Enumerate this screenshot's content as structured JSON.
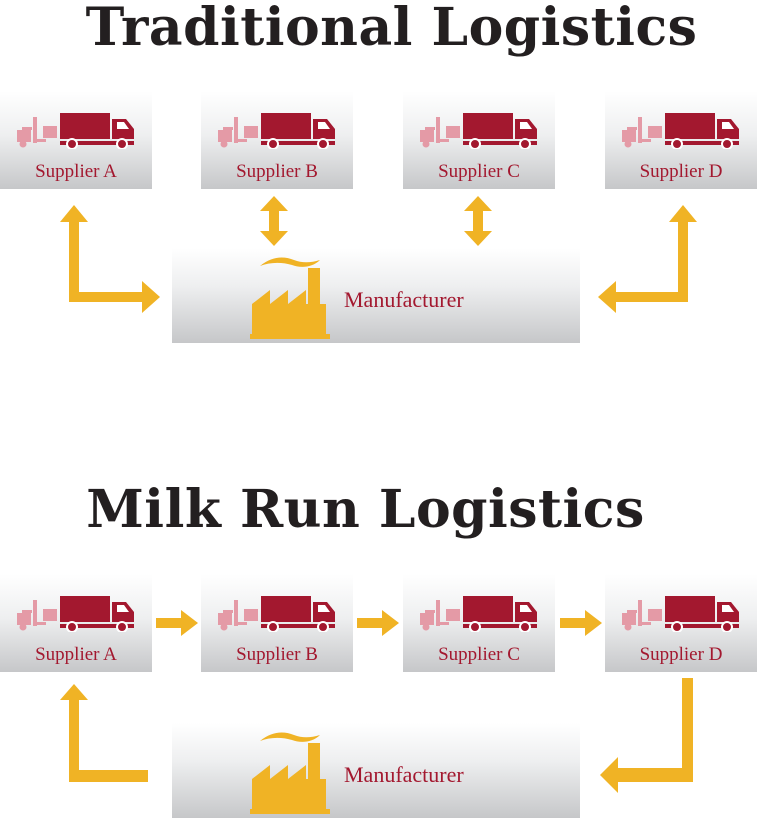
{
  "diagram": {
    "traditional": {
      "title": "Traditional Logistics",
      "suppliers": [
        "Supplier A",
        "Supplier B",
        "Supplier C",
        "Supplier D"
      ],
      "manufacturer": "Manufacturer"
    },
    "milk_run": {
      "title": "Milk Run Logistics",
      "suppliers": [
        "Supplier A",
        "Supplier B",
        "Supplier C",
        "Supplier D"
      ],
      "manufacturer": "Manufacturer"
    }
  },
  "colors": {
    "accent_red": "#a3182f",
    "truck_light": "#e49aa6",
    "arrow_gold": "#f0b325",
    "title": "#231f20"
  },
  "icons": {
    "supplier": "truck-icon",
    "forklift": "forklift-icon",
    "manufacturer": "factory-icon"
  }
}
